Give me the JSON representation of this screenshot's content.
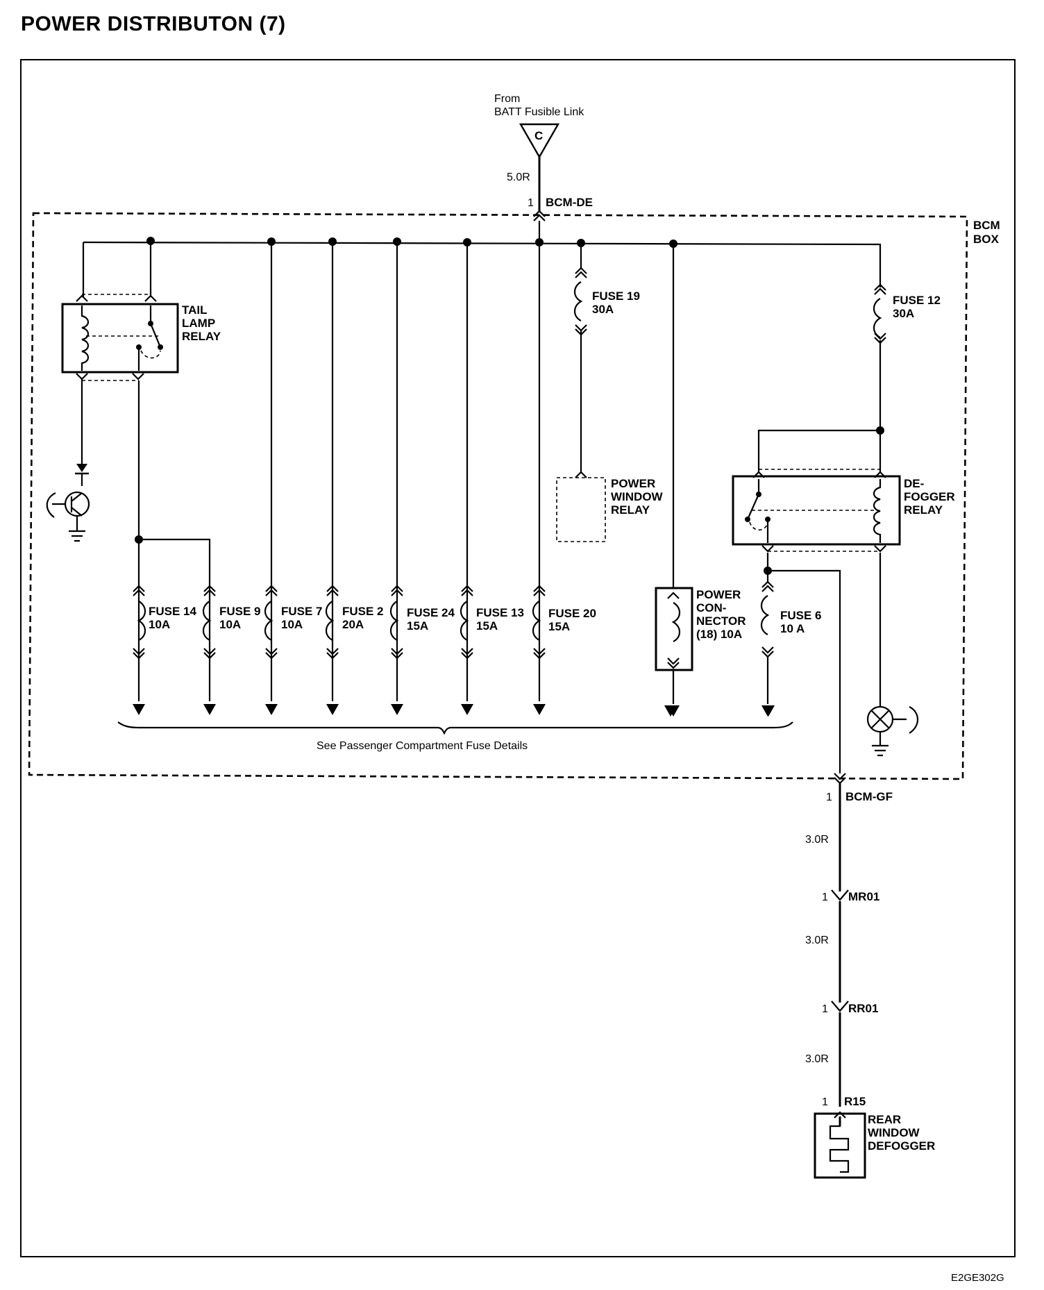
{
  "title": "POWER DISTRIBUTON (7)",
  "document_code": "E2GE302G",
  "source": {
    "from_text_1": "From",
    "from_text_2": "BATT Fusible Link",
    "connector_letter": "C",
    "wire": "5.0R"
  },
  "bcm_box": {
    "label_1": "BCM",
    "label_2": "BOX",
    "input_pin": "1",
    "input_connector": "BCM-DE",
    "output_pin": "1",
    "output_connector": "BCM-GF"
  },
  "relays": {
    "tail_lamp": [
      "TAIL",
      "LAMP",
      "RELAY"
    ],
    "defogger": [
      "DE-",
      "FOGGER",
      "RELAY"
    ],
    "power_window": [
      "POWER",
      "WINDOW",
      "RELAY"
    ]
  },
  "fuses": [
    {
      "name": "FUSE 14",
      "rating": "10A"
    },
    {
      "name": "FUSE 9",
      "rating": "10A"
    },
    {
      "name": "FUSE 7",
      "rating": "10A"
    },
    {
      "name": "FUSE 2",
      "rating": "20A"
    },
    {
      "name": "FUSE 24",
      "rating": "15A"
    },
    {
      "name": "FUSE 13",
      "rating": "15A"
    },
    {
      "name": "FUSE 20",
      "rating": "15A"
    },
    {
      "name": "FUSE 19",
      "rating": "30A"
    },
    {
      "name": "FUSE 12",
      "rating": "30A"
    },
    {
      "name": "FUSE 6",
      "rating": "10 A"
    }
  ],
  "power_connector": [
    "POWER",
    "CON-",
    "NECTOR",
    "(18) 10A"
  ],
  "fuse_details_note": "See Passenger Compartment Fuse Details",
  "downstream": [
    {
      "wire": "3.0R",
      "pin": "1",
      "connector": "MR01"
    },
    {
      "wire": "3.0R",
      "pin": "1",
      "connector": "RR01"
    },
    {
      "wire": "3.0R",
      "pin": "1",
      "connector": "R15"
    }
  ],
  "load": [
    "REAR",
    "WINDOW",
    "DEFOGGER"
  ]
}
